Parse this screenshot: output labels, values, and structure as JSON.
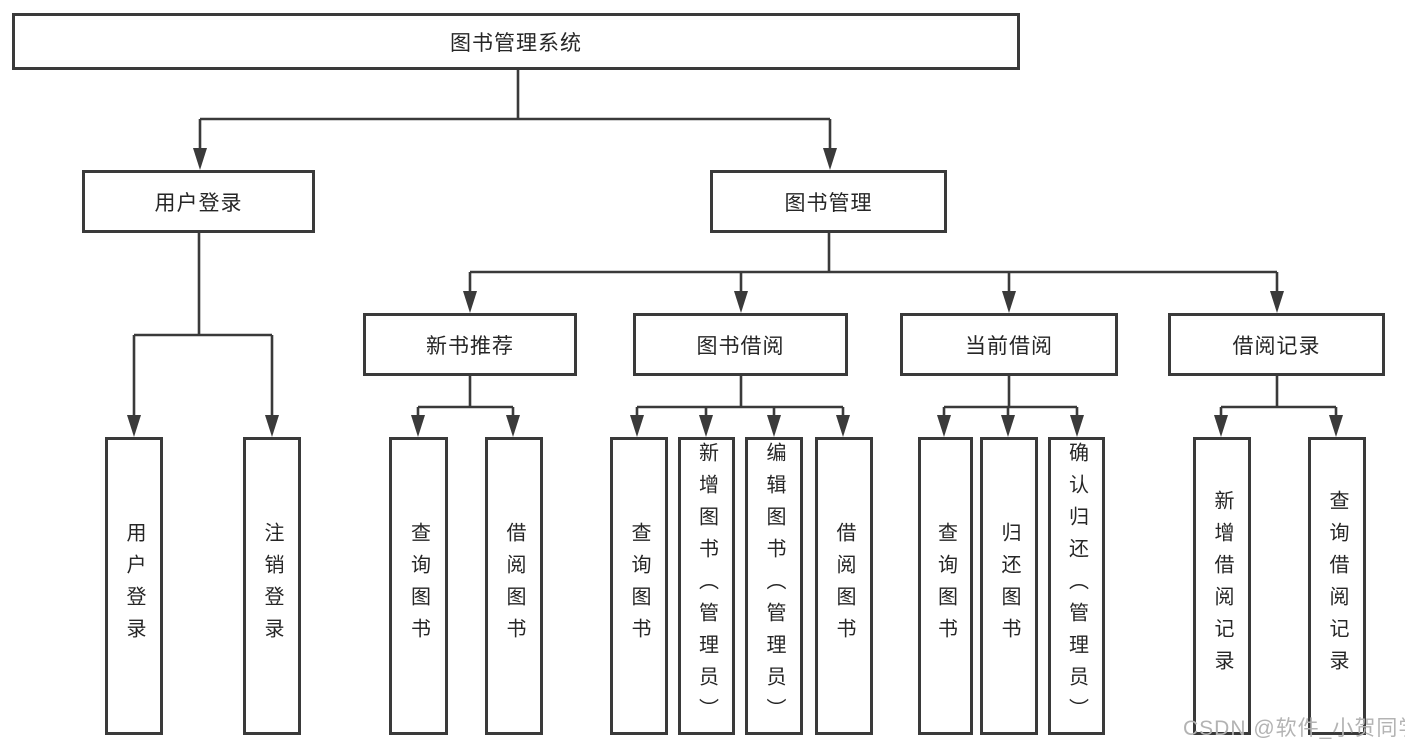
{
  "diagram": {
    "watermark": "CSDN @软件_小贺同学",
    "colors": {
      "line": "#3a3a3a",
      "box_border": "#3a3a3a",
      "box_fill": "#ffffff",
      "text": "#262626",
      "watermark": "#b3b3b3",
      "background": "#ffffff"
    },
    "tree": {
      "label": "图书管理系统",
      "children": [
        {
          "label": "用户登录",
          "children": [
            {
              "label": "用户登录"
            },
            {
              "label": "注销登录"
            }
          ]
        },
        {
          "label": "图书管理",
          "children": [
            {
              "label": "新书推荐",
              "children": [
                {
                  "label": "查询图书"
                },
                {
                  "label": "借阅图书"
                }
              ]
            },
            {
              "label": "图书借阅",
              "children": [
                {
                  "label": "查询图书"
                },
                {
                  "label": "新增图书（管理员）"
                },
                {
                  "label": "编辑图书（管理员）"
                },
                {
                  "label": "借阅图书"
                }
              ]
            },
            {
              "label": "当前借阅",
              "children": [
                {
                  "label": "查询图书"
                },
                {
                  "label": "归还图书"
                },
                {
                  "label": "确认归还（管理员）"
                }
              ]
            },
            {
              "label": "借阅记录",
              "children": [
                {
                  "label": "新增借阅记录"
                },
                {
                  "label": "查询借阅记录"
                }
              ]
            }
          ]
        }
      ]
    }
  }
}
